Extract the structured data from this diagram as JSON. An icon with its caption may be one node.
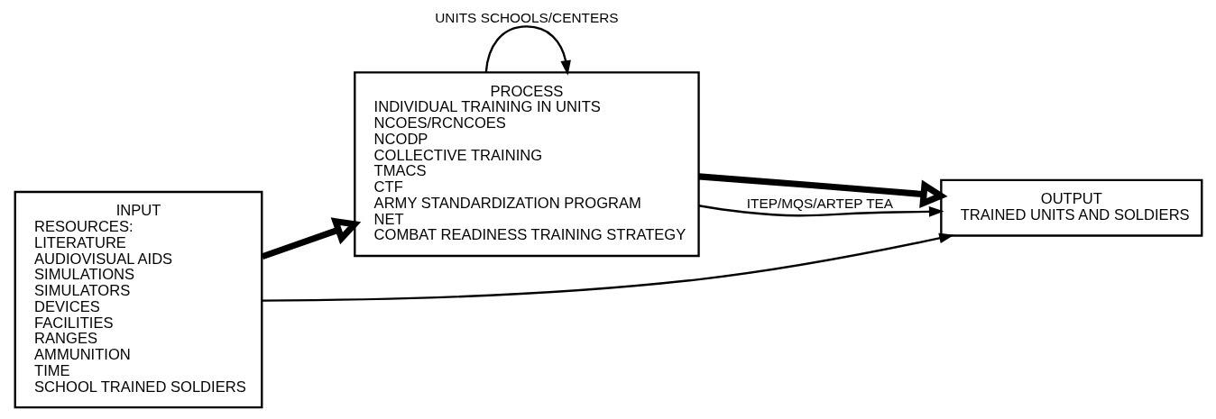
{
  "diagram": {
    "nodes": [
      {
        "text": [
          "INPUT",
          "RESOURCES:",
          "LITERATURE",
          "AUDIOVISUAL AIDS",
          "SIMULATIONS",
          "SIMULATORS",
          "DEVICES",
          "FACILITIES",
          "RANGES",
          "AMMUNITION",
          "TIME",
          "SCHOOL TRAINED SOLDIERS"
        ]
      },
      {
        "text": [
          "PROCESS",
          "INDIVIDUAL TRAINING IN UNITS",
          "NCOES/RCNCOES",
          "NCODP",
          "COLLECTIVE TRAINING",
          "TMACS",
          "CTF",
          "ARMY STANDARDIZATION PROGRAM",
          "NET",
          "COMBAT READINESS TRAINING STRATEGY"
        ]
      },
      {
        "text": [
          "OUTPUT",
          "TRAINED UNITS AND SOLDIERS"
        ]
      }
    ],
    "edges": [
      {
        "from": 0,
        "to": 1,
        "arrow": "to",
        "style": "thick"
      },
      {
        "from": 1,
        "to": 2,
        "arrow": "to",
        "style": "thick"
      },
      {
        "from": 1,
        "to": 1,
        "arrow": "to",
        "label": "UNITS SCHOOLS/CENTERS"
      },
      {
        "from": 1,
        "to": 2,
        "arrow": "to",
        "label": "ITEP/MQS/ARTEP TEA"
      },
      {
        "from": 0,
        "to": 2,
        "arrow": "to"
      }
    ]
  }
}
